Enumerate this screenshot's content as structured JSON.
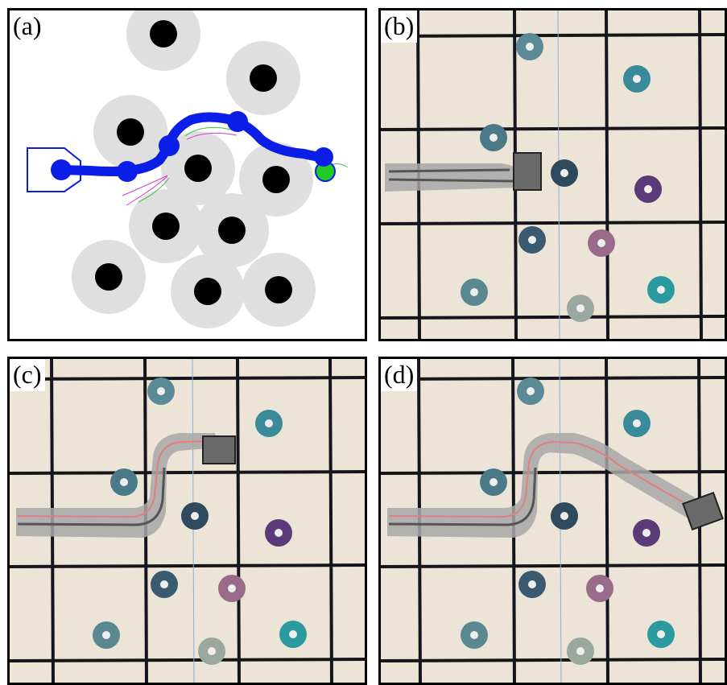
{
  "figure": {
    "panels": [
      {
        "id": "a",
        "label": "(a)",
        "kind": "simulation"
      },
      {
        "id": "b",
        "label": "(b)",
        "kind": "photo"
      },
      {
        "id": "c",
        "label": "(c)",
        "kind": "photo"
      },
      {
        "id": "d",
        "label": "(d)",
        "kind": "photo"
      }
    ]
  },
  "colors": {
    "path": "#0a1ee8",
    "obstacle": "#000000",
    "obstacle_halo": "#dcdcdc",
    "goal": "#22cc22",
    "start_outline": "#0a1ee8",
    "grid_line": "#14161c",
    "floor": "#ece4d6",
    "track": "#a8a8a8",
    "track_pink": "#e08080"
  }
}
